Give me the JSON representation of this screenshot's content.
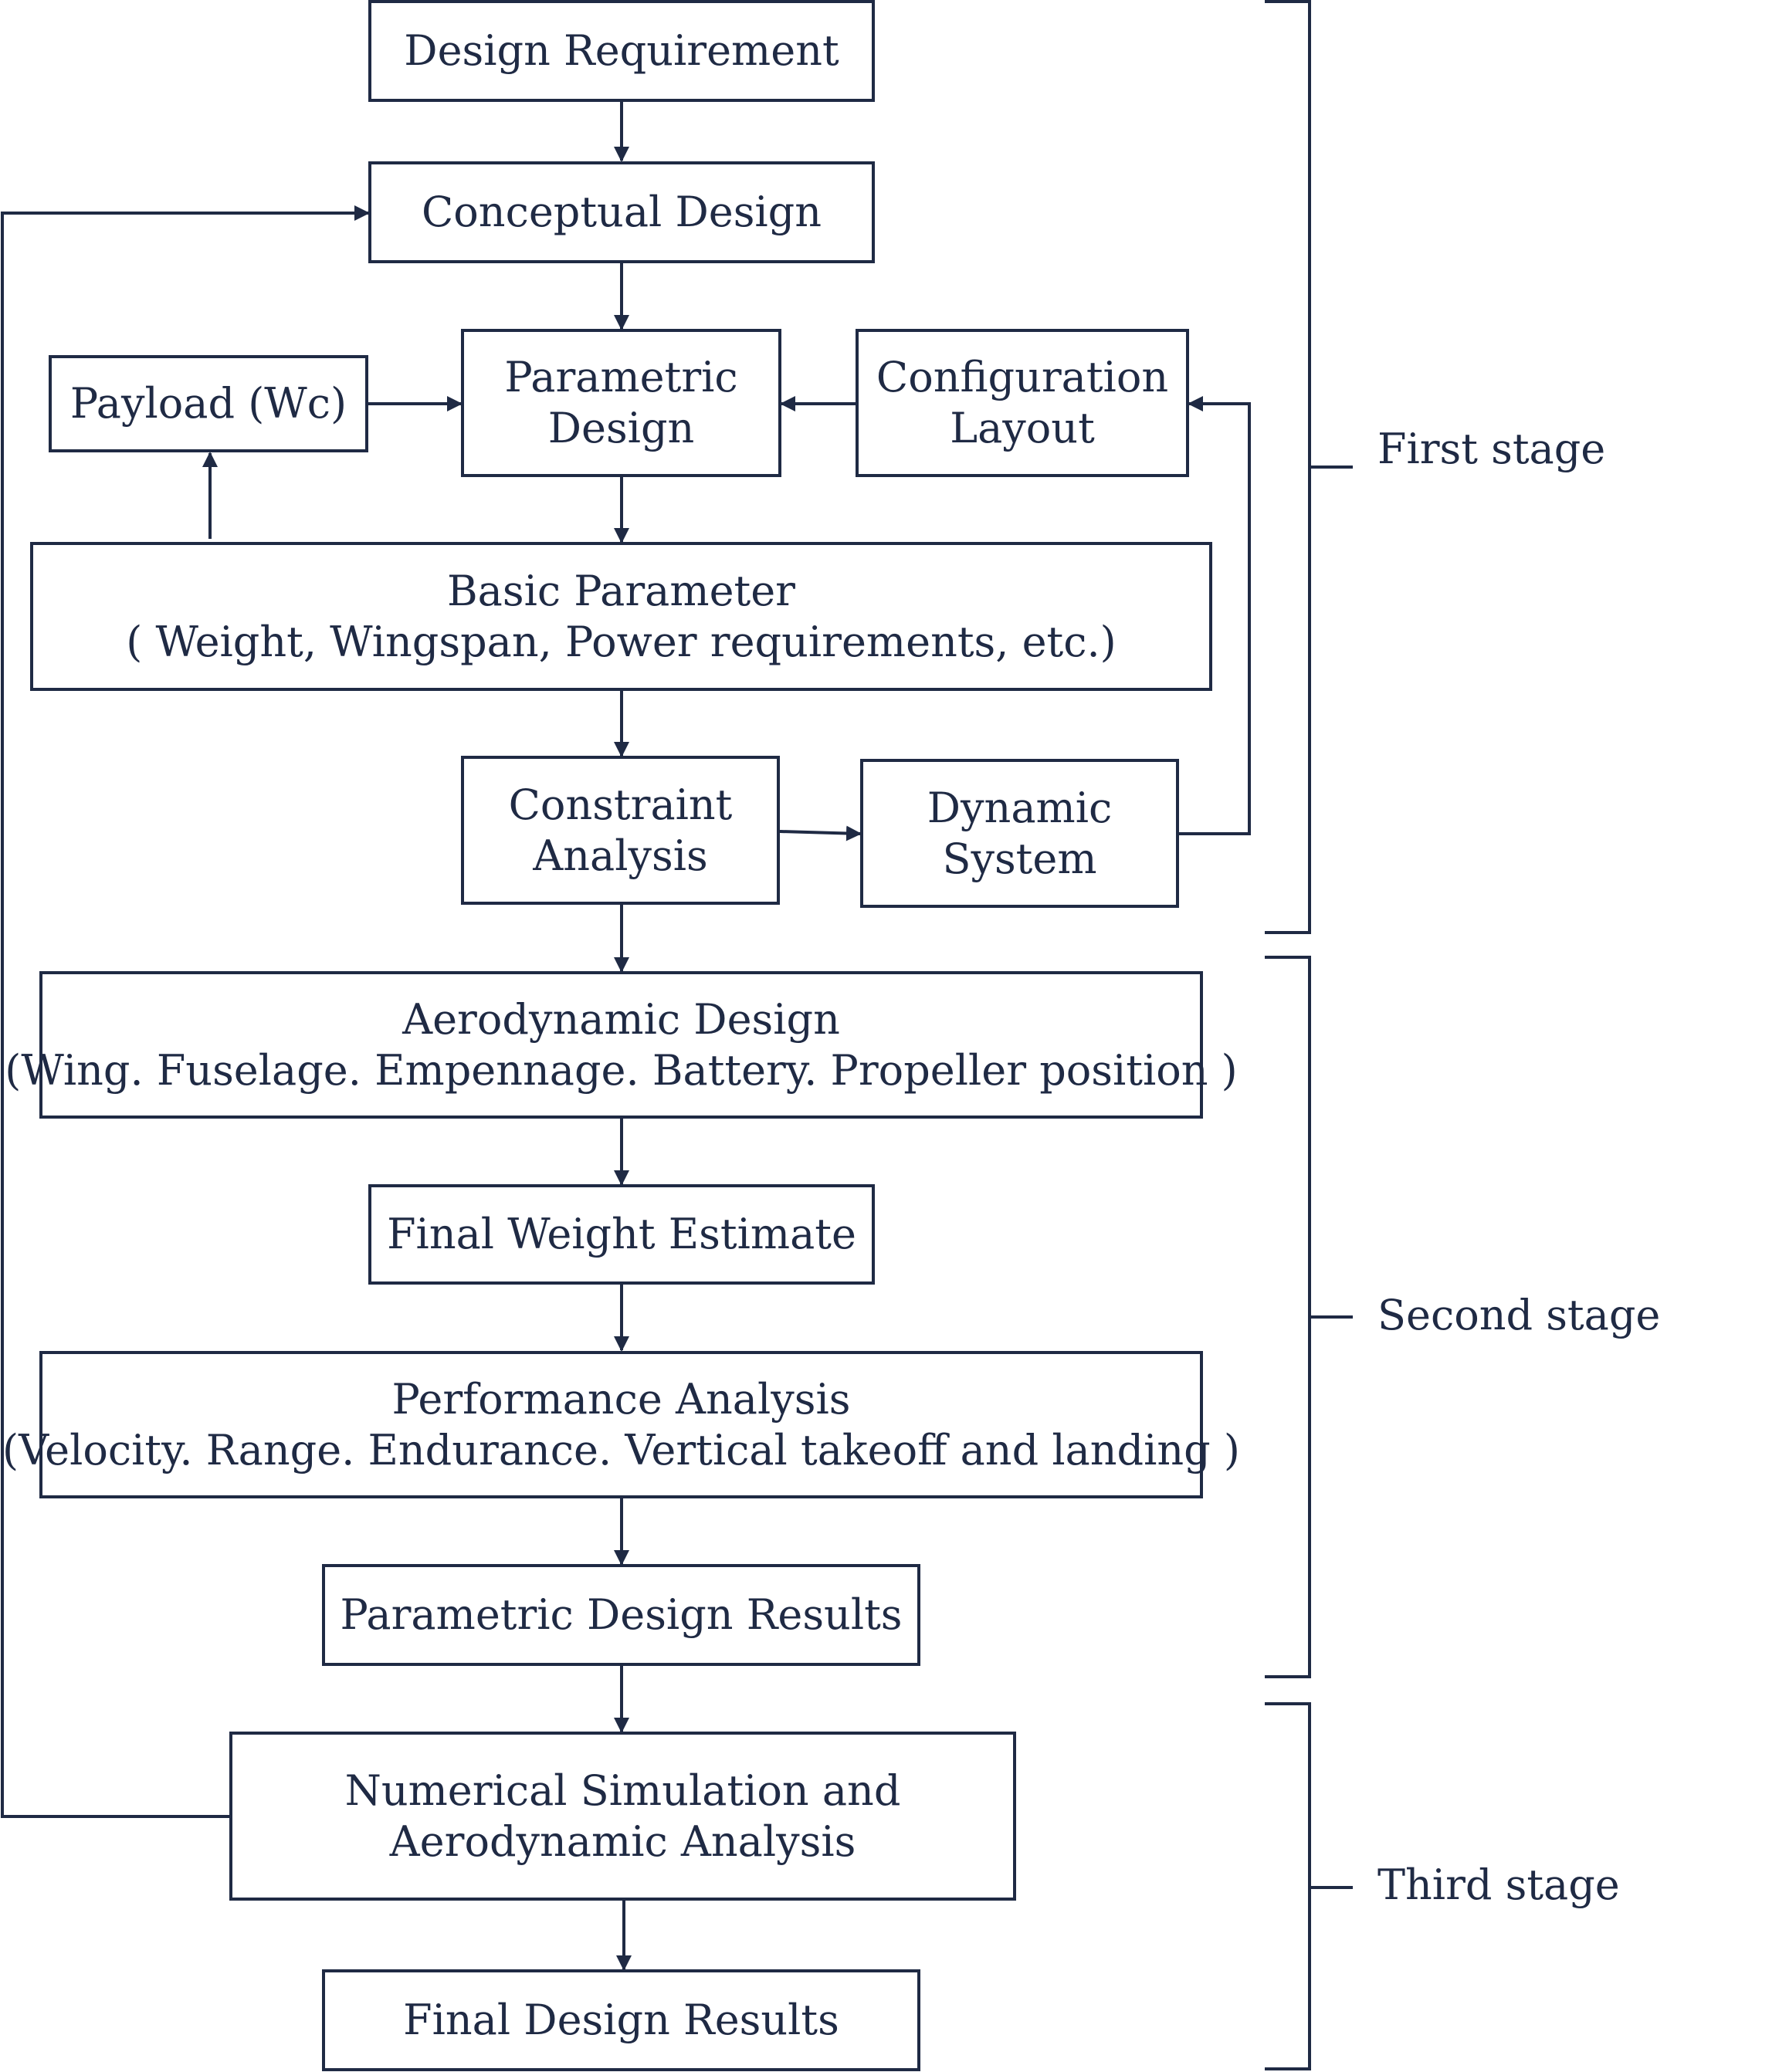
{
  "boxes": {
    "design_requirement": {
      "lines": [
        "Design Requirement"
      ]
    },
    "conceptual_design": {
      "lines": [
        "Conceptual Design"
      ]
    },
    "payload": {
      "lines": [
        "Payload (Wc)"
      ]
    },
    "parametric_design": {
      "lines": [
        "Parametric",
        "Design"
      ]
    },
    "configuration_layout": {
      "lines": [
        "Configuration",
        "Layout"
      ]
    },
    "basic_parameter": {
      "lines": [
        "Basic Parameter",
        "( Weight, Wingspan, Power requirements, etc.)"
      ]
    },
    "constraint_analysis": {
      "lines": [
        "Constraint",
        "Analysis"
      ]
    },
    "dynamic_system": {
      "lines": [
        "Dynamic",
        "System"
      ]
    },
    "aerodynamic_design": {
      "lines": [
        "Aerodynamic Design",
        "(Wing. Fuselage. Empennage. Battery. Propeller position )"
      ]
    },
    "final_weight_estimate": {
      "lines": [
        "Final Weight Estimate"
      ]
    },
    "performance_analysis": {
      "lines": [
        "Performance Analysis",
        "(Velocity. Range. Endurance. Vertical takeoff and landing )"
      ]
    },
    "parametric_design_results": {
      "lines": [
        "Parametric Design Results"
      ]
    },
    "numerical_simulation": {
      "lines": [
        "Numerical Simulation and",
        "Aerodynamic Analysis"
      ]
    },
    "final_design_results": {
      "lines": [
        "Final Design Results"
      ]
    }
  },
  "stages": {
    "first": "First stage",
    "second": "Second stage",
    "third": "Third stage"
  },
  "colors": {
    "stroke": "#1f2a44",
    "background": "#ffffff"
  }
}
